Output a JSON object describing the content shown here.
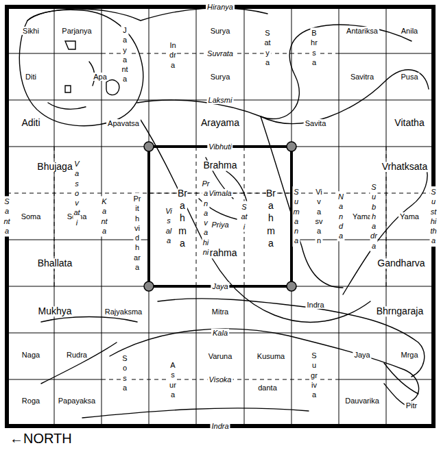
{
  "diagram": {
    "labels": [
      "Hiranya",
      "Sikhi",
      "Parjanya",
      "Surya",
      "Antariksa",
      "Anila",
      "Suvrata",
      "Diti",
      "Apa",
      "Surya",
      "Savitra",
      "Pusa",
      "Laksmi",
      "Aditi",
      "Apavatsa",
      "Arayama",
      "Savita",
      "Vitatha",
      "Vibhuti",
      "Bhujaga",
      "Brahma",
      "Vrhatksata",
      "Vimala",
      "Soma",
      "Soma",
      "Yama",
      "Yama",
      "Priya",
      "Bhallata",
      "Brahma",
      "Gandharva",
      "Jaya",
      "Mukhya",
      "Rajyaksma",
      "Mitra",
      "Indra",
      "Bhrngaraja",
      "Kala",
      "Naga",
      "Rudra",
      "Varuna",
      "Kusuma",
      "Jaya",
      "Mrga",
      "Visoka",
      "Roga",
      "Papayaksa",
      "danta",
      "Dauvarika",
      "Pitr",
      "Indra",
      "Jayanta",
      "Indra",
      "Satya",
      "Bhrsa",
      "Santa",
      "Susthitha",
      "Vasovati",
      "Kanta",
      "Prithvidhara",
      "Visala",
      "Brahma",
      "Pranavahini",
      "Sati",
      "Brahma",
      "Sumana",
      "Vivasvan",
      "Nanda",
      "Subhadra",
      "Sosa",
      "Asura",
      "Sugriva",
      "←NORTH"
    ]
  }
}
